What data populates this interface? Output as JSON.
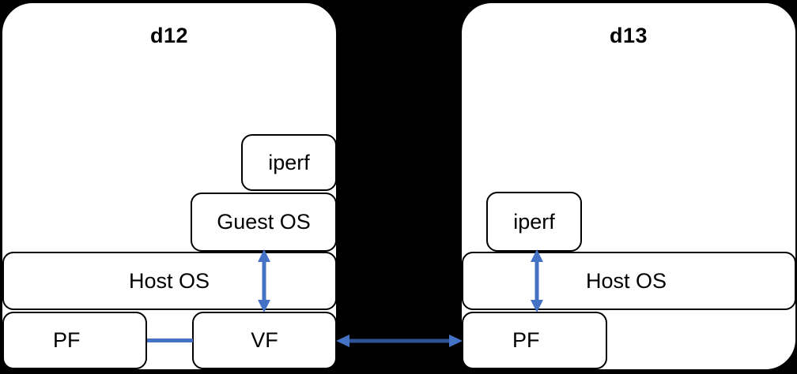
{
  "diagram": {
    "title_left": "d12",
    "title_right": "d13",
    "background_color": "#000000",
    "box_fill": "#ffffff",
    "box_stroke": "#000000",
    "arrow_color": "#4472C4"
  },
  "left_host": {
    "name": "d12",
    "boxes": {
      "iperf": "iperf",
      "guest_os": "Guest OS",
      "host_os": "Host OS",
      "pf": "PF",
      "vf": "VF"
    },
    "arrows": {
      "guest_to_vf": "bidirectional-vertical-arrow",
      "pf_vf_link": "pf-vf-connector-line"
    }
  },
  "right_host": {
    "name": "d13",
    "boxes": {
      "iperf": "iperf",
      "host_os": "Host OS",
      "pf": "PF"
    },
    "arrows": {
      "iperf_to_pf": "bidirectional-vertical-arrow"
    }
  },
  "interconnect": {
    "label": "",
    "type": "bidirectional-horizontal-arrow",
    "from": "d12 VF",
    "to": "d13 PF"
  }
}
